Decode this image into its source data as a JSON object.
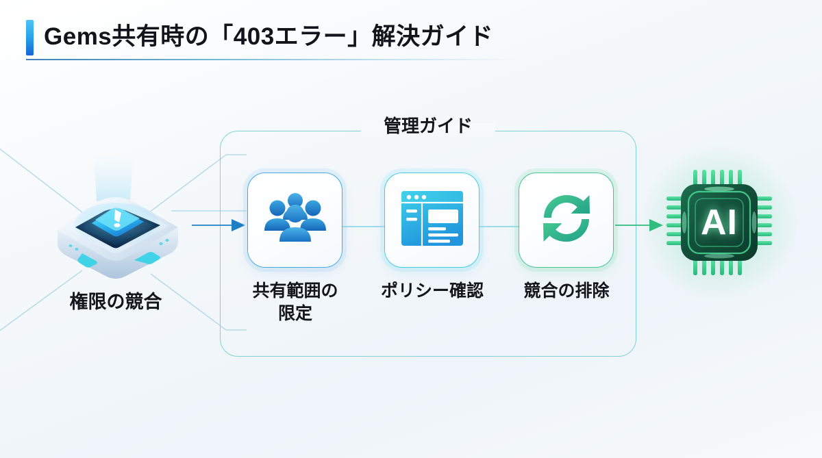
{
  "page": {
    "title": "Gems共有時の「403エラー」解決ガイド",
    "background_color": "#f3f8fb",
    "accent_color": "#1f8fe0"
  },
  "group": {
    "label": "管理ガイド",
    "border_color": "#7fd3d8"
  },
  "source_node": {
    "icon": "alert-device-icon",
    "label": "権限の競合",
    "color": "#1f9fe0"
  },
  "steps": [
    {
      "icon": "users-group-icon",
      "label": "共有範囲の限定",
      "label_lines": [
        "共有範囲の",
        "限定"
      ],
      "color": "#2b8fd4"
    },
    {
      "icon": "dashboard-window-icon",
      "label": "ポリシー確認",
      "label_lines": [
        "ポリシー確認"
      ],
      "color": "#2fc2e0"
    },
    {
      "icon": "refresh-sync-icon",
      "label": "競合の排除",
      "label_lines": [
        "競合の排除"
      ],
      "color": "#31b98a"
    }
  ],
  "target_node": {
    "icon": "ai-chip-icon",
    "label": "AI",
    "color": "#2fbd7e"
  },
  "connectors": {
    "entry_arrow_color": "#1f7fc4",
    "exit_arrow_color": "#2fbd7e",
    "line_color": "#7fd3e6"
  }
}
